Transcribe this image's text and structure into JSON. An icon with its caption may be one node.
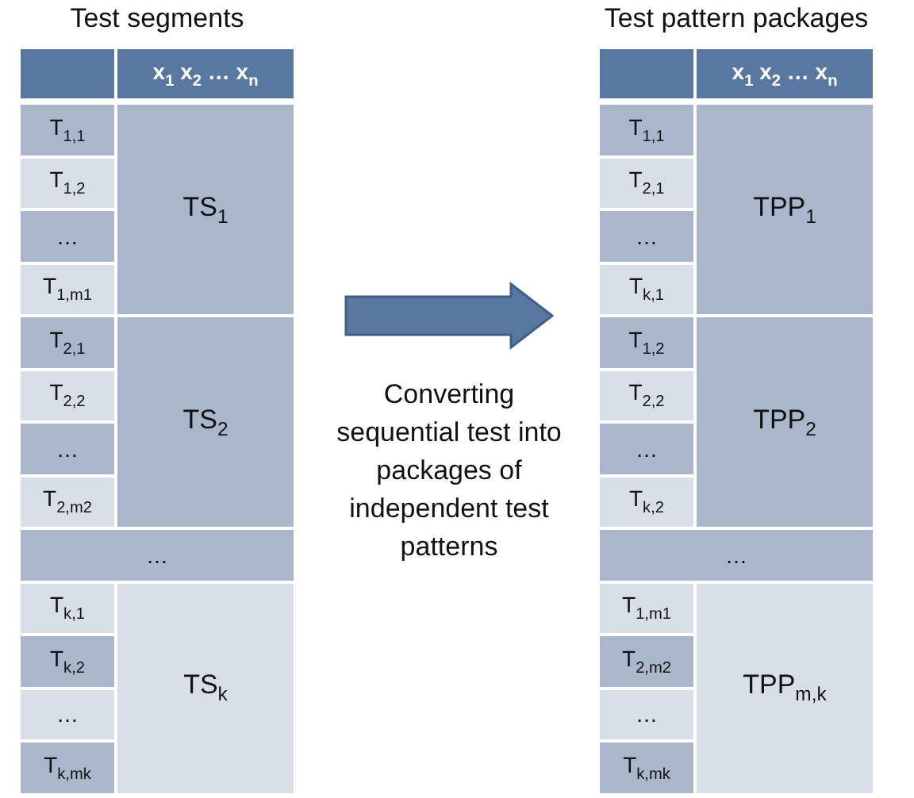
{
  "diagram": {
    "nodes": [
      {
        "text": [
          "Test segments"
        ]
      },
      {
        "text": [
          "Test pattern packages"
        ]
      }
    ],
    "edges": [
      {
        "from": 0,
        "to": 1,
        "arrow": "to",
        "style": "thick",
        "label": "Converting sequential test into packages of independent test patterns"
      }
    ],
    "labels": [
      "x$_{1}$ x$_{2}$ … x$_{n}$",
      "T$_{1,1}$",
      "TS$_{1}$",
      "T$_{1,2}$",
      "…",
      "T$_{1,m1}$",
      "T$_{2,1}$",
      "TS$_{2}$",
      "T$_{2,2}$",
      "…",
      "T$_{2,m2}$",
      "…",
      "T$_{k,1}$",
      "TS$_{k}$",
      "T$_{k,2}$",
      "…",
      "T$_{k,mk}$",
      "x$_{1}$ x$_{2}$ … x$_{n}$",
      "T$_{1,1}$",
      "TPP$_{1}$",
      "T$_{2,1}$",
      "…",
      "T$_{k,1}$",
      "T$_{1,2}$",
      "TPP$_{2}$",
      "T$_{2,2}$",
      "…",
      "T$_{k,2}$",
      "…",
      "T$_{1,m1}$",
      "TPP$_{m,k}$",
      "T$_{2,m2}$",
      "…",
      "T$_{k,mk}$"
    ]
  }
}
